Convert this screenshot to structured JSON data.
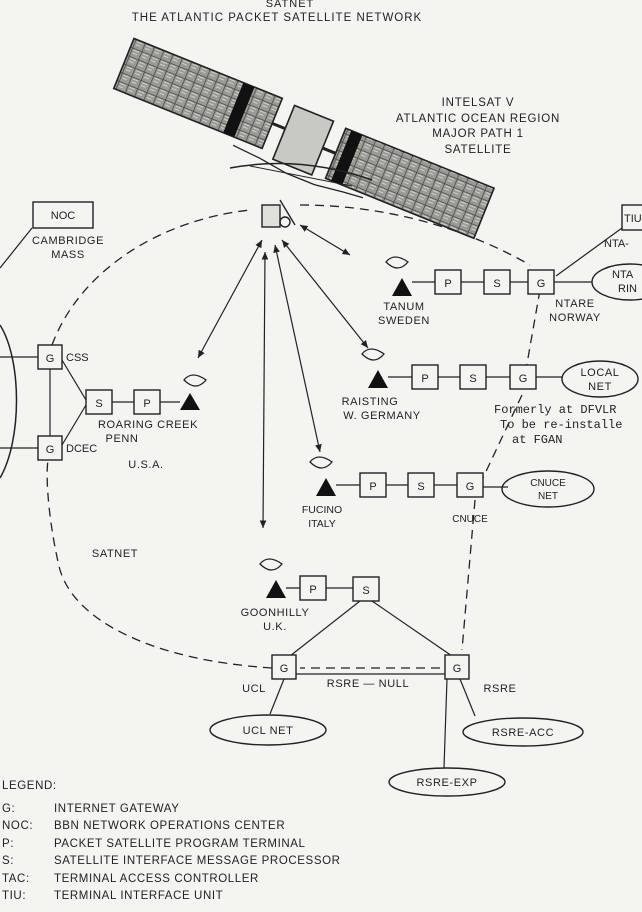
{
  "title": {
    "line1": "SATNET",
    "line2": "THE ATLANTIC PACKET SATELLITE NETWORK"
  },
  "satellite": {
    "label_lines": [
      "INTELSAT V",
      "ATLANTIC OCEAN REGION",
      "MAJOR PATH 1",
      "SATELLITE"
    ]
  },
  "nodes": {
    "noc": {
      "box": "NOC",
      "label_lines": [
        "CAMBRIDGE",
        "MASS"
      ]
    },
    "tiu": {
      "box": "TIU"
    },
    "nta_link": "NTA-",
    "ntare_ring": {
      "lines": [
        "NTA",
        "RIN"
      ]
    },
    "usa": {
      "css_box": "G",
      "css_label": "CSS",
      "dcec_box": "G",
      "dcec_label": "DCEC",
      "s_box": "S",
      "p_box": "P",
      "station_lines": [
        "ROARING CREEK",
        "PENN"
      ],
      "country": "U.S.A."
    },
    "tanum": {
      "p": "P",
      "s": "S",
      "station_lines": [
        "TANUM",
        "SWEDEN"
      ]
    },
    "ntare": {
      "g": "G",
      "label_lines": [
        "NTARE",
        "NORWAY"
      ]
    },
    "raisting": {
      "p": "P",
      "s": "S",
      "g": "G",
      "station_lines": [
        "RAISTING",
        "W. GERMANY"
      ]
    },
    "local_net": {
      "lines": [
        "LOCAL",
        "NET"
      ]
    },
    "fgan_note": [
      "Formerly at DFVLR",
      "To be re-installe",
      "at FGAN"
    ],
    "fucino": {
      "p": "P",
      "s": "S",
      "g": "G",
      "station_lines": [
        "FUCINO",
        "ITALY"
      ]
    },
    "cnuce": {
      "label": "CNUCE",
      "net_lines": [
        "CNUCE",
        "NET"
      ]
    },
    "goonhilly": {
      "p": "P",
      "s": "S",
      "station_lines": [
        "GOONHILLY",
        "U.K."
      ]
    },
    "ucl": {
      "g": "G",
      "label": "UCL",
      "net": "UCL NET"
    },
    "rsre": {
      "g": "G",
      "label": "RSRE",
      "acc": "RSRE-ACC",
      "exp": "RSRE-EXP"
    },
    "rsre_null": "RSRE — NULL",
    "satnet_label": "SATNET"
  },
  "legend": {
    "title": "LEGEND:",
    "items": [
      {
        "abbr": "G:",
        "text": "INTERNET GATEWAY"
      },
      {
        "abbr": "NOC:",
        "text": "BBN NETWORK OPERATIONS CENTER"
      },
      {
        "abbr": "P:",
        "text": "PACKET SATELLITE PROGRAM TERMINAL"
      },
      {
        "abbr": "S:",
        "text": "SATELLITE INTERFACE MESSAGE PROCESSOR"
      },
      {
        "abbr": "TAC:",
        "text": "TERMINAL ACCESS CONTROLLER"
      },
      {
        "abbr": "TIU:",
        "text": "TERMINAL INTERFACE UNIT"
      }
    ]
  }
}
